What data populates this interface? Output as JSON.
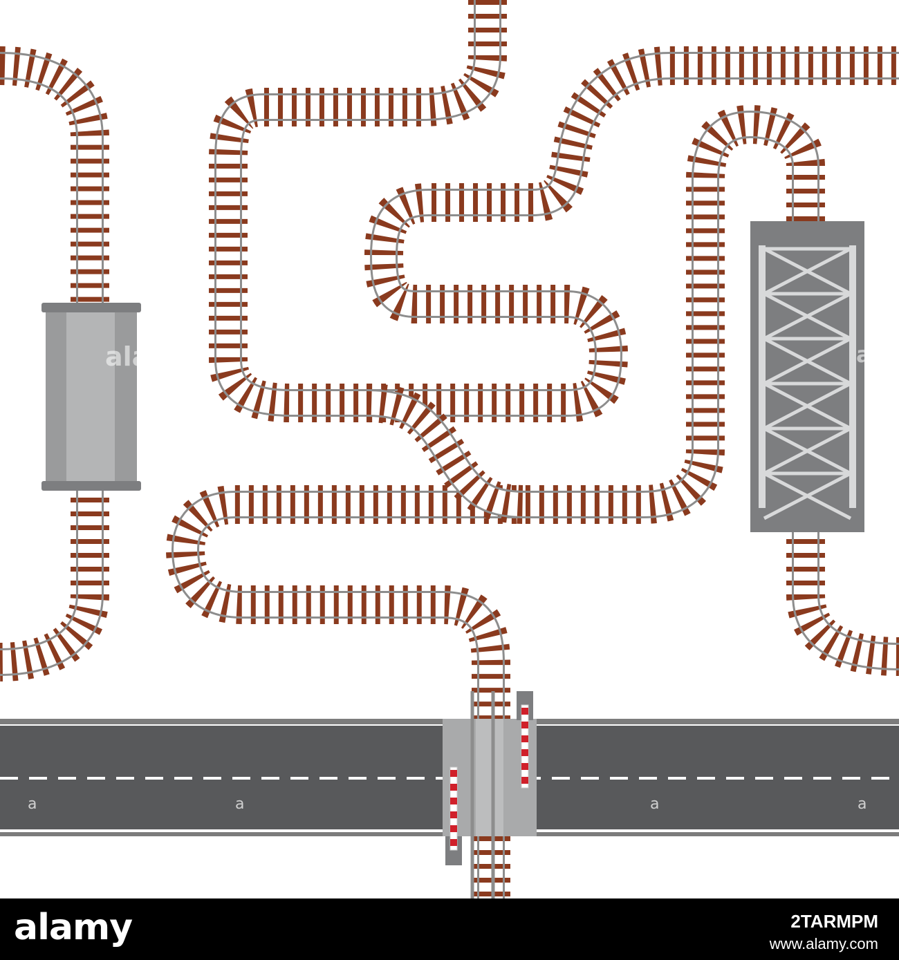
{
  "footer": {
    "logo": "alamy",
    "image_id": "2TARMPM",
    "site": "www.alamy.com"
  },
  "watermark": {
    "text": "alamy",
    "letter": "a"
  },
  "colors": {
    "rail": "#8d8d8d",
    "rail_light": "#c7c7c7",
    "sleeper": "#8a3a1e",
    "road": "#58595b",
    "road_edge": "#7c7c7c",
    "crossing": "#a9aaab",
    "barrier_red": "#d0202a",
    "bridge_deck": "#7d7d7d",
    "tunnel": "#9a9b9c"
  },
  "icons": [
    "railway-track",
    "railway-tunnel",
    "railway-bridge",
    "level-crossing",
    "barrier-gate",
    "road"
  ]
}
